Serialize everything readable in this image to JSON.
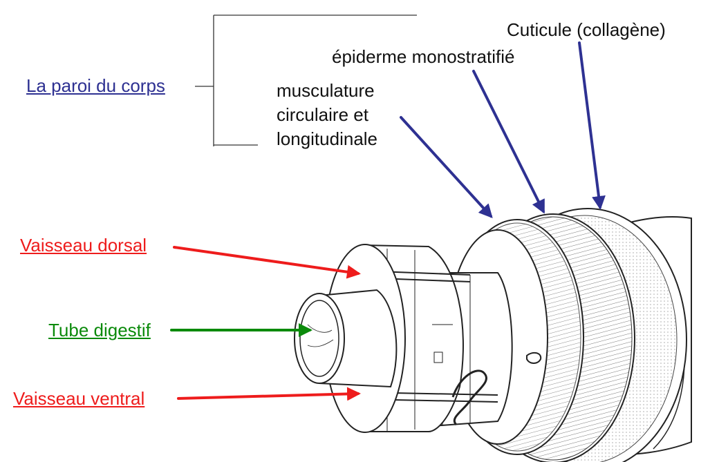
{
  "colors": {
    "blue": "#2e3192",
    "red": "#ee1c1c",
    "green": "#0b8a0b",
    "ink": "#222222",
    "text": "#111111"
  },
  "labels": {
    "body_wall": "La paroi du corps",
    "cuticle": "Cuticule (collagène)",
    "epidermis": "épiderme monostratifié",
    "muscle_line1": "musculature",
    "muscle_line2": "circulaire et",
    "muscle_line3": "longitudinale",
    "dorsal_vessel": "Vaisseau dorsal",
    "gut": "Tube digestif",
    "ventral_vessel": "Vaisseau ventral"
  }
}
